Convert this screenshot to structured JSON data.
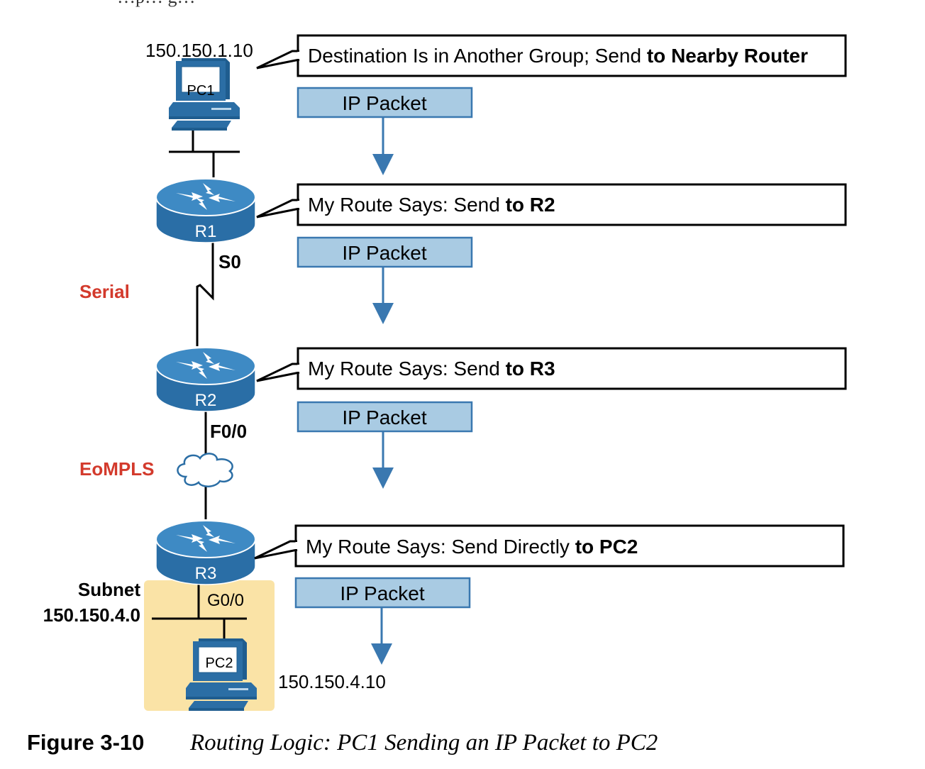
{
  "top_partial_text": "…p… g…",
  "pc1": {
    "label": "PC1",
    "ip": "150.150.1.10"
  },
  "pc2": {
    "label": "PC2",
    "ip": "150.150.4.10"
  },
  "routers": [
    {
      "label": "R1",
      "interface": "S0"
    },
    {
      "label": "R2",
      "interface": "F0/0"
    },
    {
      "label": "R3",
      "interface": "G0/0"
    }
  ],
  "links": {
    "serial": "Serial",
    "eompls": "EoMPLS"
  },
  "subnet": {
    "line1": "Subnet",
    "line2": "150.150.4.0"
  },
  "callouts": [
    {
      "normal": "Destination Is in Another Group; Send ",
      "bold": "to Nearby Router"
    },
    {
      "normal": "My Route Says: Send ",
      "bold": "to R2"
    },
    {
      "normal": "My Route Says: Send ",
      "bold": "to R3"
    },
    {
      "normal": "My Route Says: Send Directly ",
      "bold": "to PC2"
    }
  ],
  "packet_label": "IP Packet",
  "caption": {
    "figure": "Figure 3-10",
    "title": "Routing Logic: PC1 Sending an IP Packet to PC2"
  },
  "colors": {
    "router": "#2a6ea6",
    "router_top": "#3e8ac4",
    "packet_fill": "#a9cbe3",
    "packet_border": "#3a78b0",
    "arrow": "#3a78b0",
    "link_label": "#d33a2c",
    "subnet_bg": "#fae3a6",
    "pc": "#2b6ea5"
  }
}
